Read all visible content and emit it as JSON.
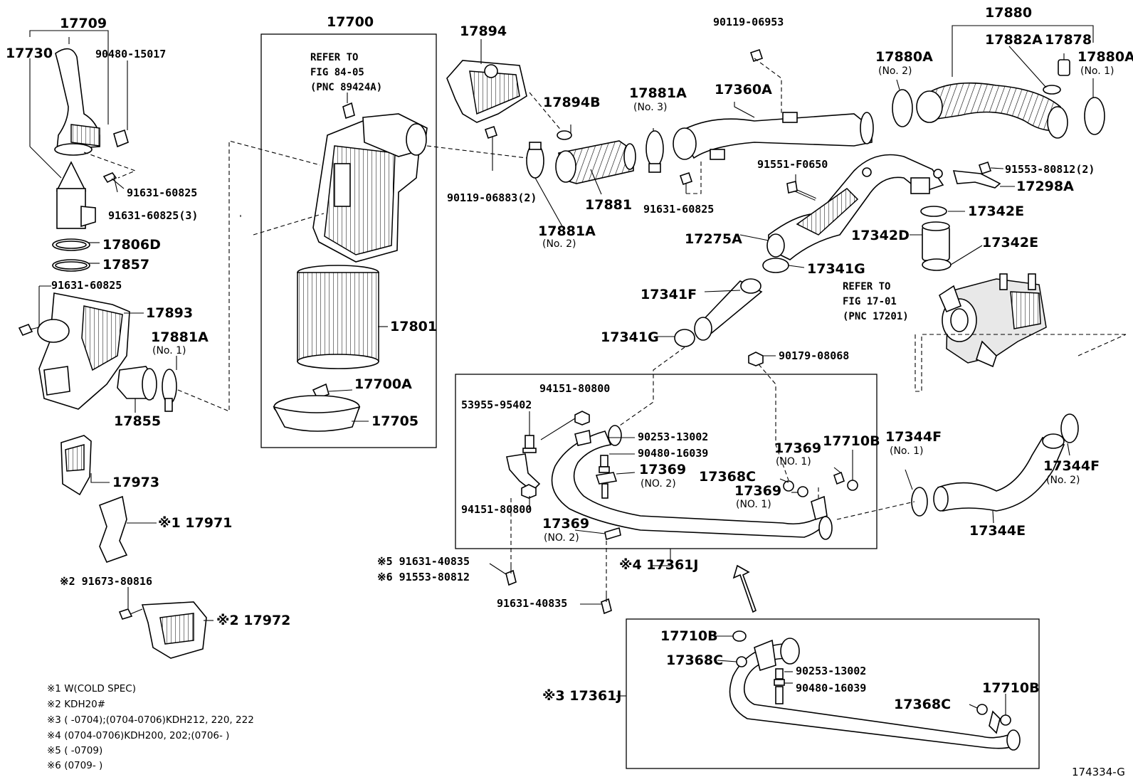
{
  "labels": {
    "p17709": "17709",
    "p17730": "17730",
    "p90480_15017": "90480-15017",
    "p91631_60825_a": "91631-60825",
    "p91631_60825_3": "91631-60825(3)",
    "p17806D": "17806D",
    "p17857": "17857",
    "p91631_60825_b": "91631-60825",
    "p17893": "17893",
    "p17881A_1": "17881A",
    "p17881A_1_sub": "(No. 1)",
    "p17855": "17855",
    "p17973": "17973",
    "p17971": "※1 17971",
    "p91673_80816": "※2 91673-80816",
    "p17972": "※2 17972",
    "p17700": "17700",
    "p17801": "17801",
    "p17700A": "17700A",
    "p17705": "17705",
    "p17894": "17894",
    "p17894B": "17894B",
    "p90119_06883": "90119-06883(2)",
    "p17881A_2": "17881A",
    "p17881A_2_sub": "(No. 2)",
    "p17881": "17881",
    "p17881A_3": "17881A",
    "p17881A_3_sub": "(No. 3)",
    "p90119_06953": "90119-06953",
    "p17360A": "17360A",
    "p91631_60825_c": "91631-60825",
    "p91551_F0650": "91551-F0650",
    "p17275A": "17275A",
    "p17341G_a": "17341G",
    "p17341F": "17341F",
    "p17341G_b": "17341G",
    "p17880": "17880",
    "p17880A_2": "17880A",
    "p17880A_2_sub": "(No. 2)",
    "p17882A": "17882A",
    "p17878": "17878",
    "p17880A_1": "17880A",
    "p17880A_1_sub": "(No. 1)",
    "p91553_80812_2": "91553-80812(2)",
    "p17298A": "17298A",
    "p17342E_a": "17342E",
    "p17342D": "17342D",
    "p17342E_b": "17342E",
    "p90179_08068": "90179-08068",
    "p94151_80800_a": "94151-80800",
    "p53955_95402": "53955-95402",
    "p90253_13002_a": "90253-13002",
    "p90480_16039_a": "90480-16039",
    "p17369_no2_a": "17369",
    "p17369_no2_a_sub": "(NO. 2)",
    "p17369_no1_a": "17369",
    "p17369_no1_a_sub": "(NO. 1)",
    "p17710B_a": "17710B",
    "p17368C_a": "17368C",
    "p17369_no1_b": "17369",
    "p17369_no1_b_sub": "(NO. 1)",
    "p94151_80800_b": "94151-80800",
    "p17369_no2_b": "17369",
    "p17369_no2_b_sub": "(NO. 2)",
    "p91631_40835_a": "※5 91631-40835",
    "p91553_80812_6": "※6 91553-80812",
    "p91631_40835_b": "91631-40835",
    "p17361J_4": "※4 17361J",
    "p17344F_1": "17344F",
    "p17344F_1_sub": "(No. 1)",
    "p17344F_2": "17344F",
    "p17344F_2_sub": "(No. 2)",
    "p17344E": "17344E",
    "p17710B_b": "17710B",
    "p17368C_b": "17368C",
    "p90253_13002_b": "90253-13002",
    "p90480_16039_b": "90480-16039",
    "p17361J_3": "※3 17361J",
    "p17710B_c": "17710B",
    "p17368C_c": "17368C"
  },
  "refer_filter": [
    "REFER TO",
    "FIG 84-05",
    "(PNC 89424A)"
  ],
  "refer_turbo": [
    "REFER TO",
    "FIG 17-01",
    "(PNC 17201)"
  ],
  "notes": [
    "※1 W(COLD SPEC)",
    "※2 KDH20#",
    "※3 (      -0704);(0704-0706)KDH212, 220, 222",
    "※4 (0704-0706)KDH200, 202;(0706-      )",
    "※5 (      -0709)",
    "※6 (0709-      )"
  ],
  "figure_code": "174334-G"
}
